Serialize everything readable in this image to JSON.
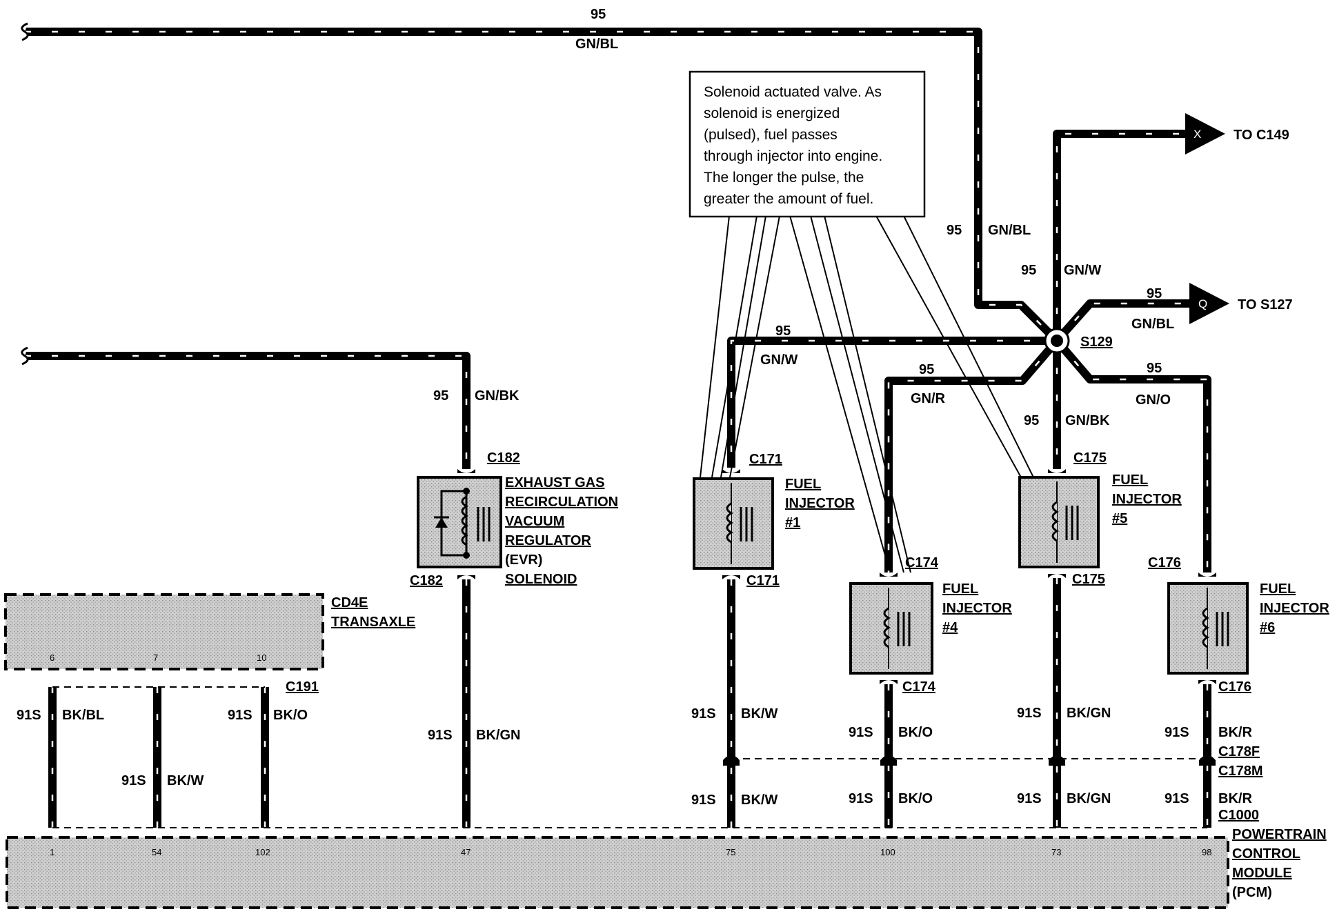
{
  "callout": {
    "lines": [
      "Solenoid actuated valve. As",
      "solenoid is energized",
      "(pulsed), fuel passes",
      "through injector into engine.",
      "The longer the pulse, the",
      "greater the amount of fuel."
    ]
  },
  "wires": {
    "top_circuit": "95",
    "top_color": "GN/BL",
    "egr_circuit": "95",
    "egr_color": "GN/BK",
    "drop_circuit": "95",
    "drop_color": "GN/BL",
    "c149_circuit": "95",
    "c149_color": "GN/W",
    "s127_circuit": "95",
    "s127_color": "GN/BL",
    "inj1_feed_circuit": "95",
    "inj1_feed_color": "GN/W",
    "inj4_feed_circuit": "95",
    "inj4_feed_color": "GN/R",
    "inj5_feed_circuit": "95",
    "inj5_feed_color": "GN/BK",
    "inj6_feed_circuit": "95",
    "inj6_feed_color": "GN/O",
    "t1_circuit": "91S",
    "t1_color": "BK/BL",
    "t2_circuit": "91S",
    "t2_color": "BK/W",
    "t3_circuit": "91S",
    "t3_color": "BK/O",
    "egr_out_circuit": "91S",
    "egr_out_color": "BK/GN",
    "i1_circuit_a": "91S",
    "i1_color_a": "BK/W",
    "i1_circuit_b": "91S",
    "i1_color_b": "BK/W",
    "i4_circuit_a": "91S",
    "i4_color_a": "BK/O",
    "i4_circuit_b": "91S",
    "i4_color_b": "BK/O",
    "i5_circuit_a": "91S",
    "i5_color_a": "BK/GN",
    "i5_circuit_b": "91S",
    "i5_color_b": "BK/GN",
    "i6_circuit_a": "91S",
    "i6_color_a": "BK/R",
    "i6_circuit_b": "91S",
    "i6_color_b": "BK/R"
  },
  "connectors": {
    "x_letter": "X",
    "x_dest": "TO C149",
    "q_letter": "Q",
    "q_dest": "TO S127",
    "splice": "S129",
    "c182": "C182",
    "c171": "C171",
    "c174": "C174",
    "c175": "C175",
    "c176": "C176",
    "c191": "C191",
    "c178f": "C178F",
    "c178m": "C178M",
    "c1000": "C1000"
  },
  "components": {
    "egr": [
      "EXHAUST GAS",
      "RECIRCULATION",
      "VACUUM",
      "REGULATOR",
      "(EVR)",
      "SOLENOID"
    ],
    "inj1": [
      "FUEL",
      "INJECTOR",
      "#1"
    ],
    "inj4": [
      "FUEL",
      "INJECTOR",
      "#4"
    ],
    "inj5": [
      "FUEL",
      "INJECTOR",
      "#5"
    ],
    "inj6": [
      "FUEL",
      "INJECTOR",
      "#6"
    ],
    "transaxle": [
      "CD4E",
      "TRANSAXLE"
    ],
    "pcm": [
      "POWERTRAIN",
      "CONTROL",
      "MODULE",
      "(PCM)"
    ]
  },
  "pins": {
    "trans": [
      "6",
      "7",
      "10"
    ],
    "pcm": [
      "1",
      "54",
      "102",
      "47",
      "75",
      "100",
      "73",
      "98"
    ]
  }
}
